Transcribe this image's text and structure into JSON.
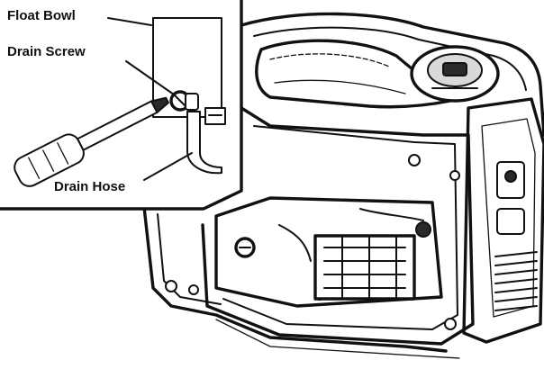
{
  "labels": {
    "float_bowl": "Float Bowl",
    "drain_screw": "Drain Screw",
    "drain_hose": "Drain Hose"
  },
  "colors": {
    "ink": "#111111",
    "background": "#ffffff"
  }
}
